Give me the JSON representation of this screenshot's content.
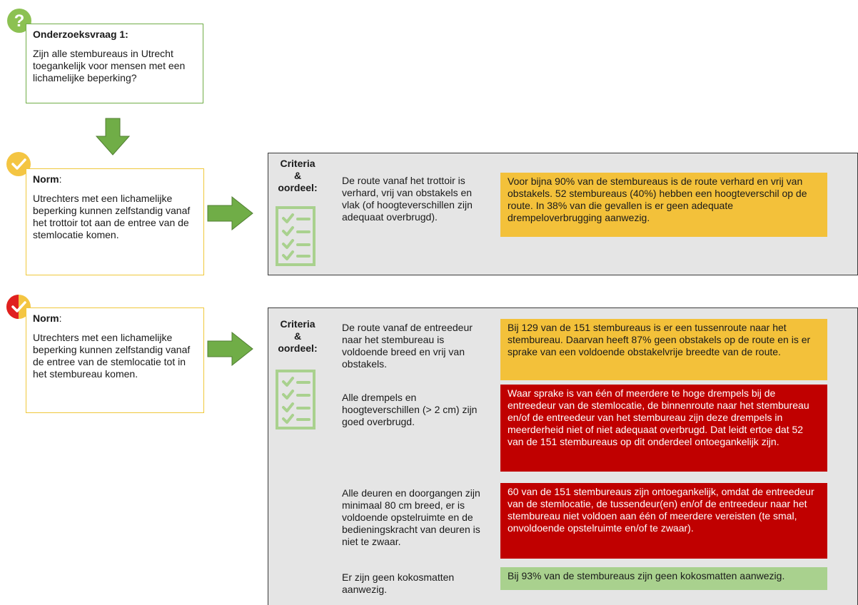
{
  "question": {
    "title": "Onderzoeksvraag 1:",
    "text": "Zijn alle stembureaus in Utrecht toegankelijk voor mensen met een lichamelijke beperking?"
  },
  "norm1": {
    "label": "Norm",
    "colon": ":",
    "text": "Utrechters met een lichamelijke beperking kunnen zelfstandig vanaf het trottoir tot aan de entree van de stemlocatie komen."
  },
  "norm2": {
    "label": "Norm",
    "colon": ":",
    "text": "Utrechters met een lichamelijke beperking kunnen zelfstandig vanaf de entree van de stemlocatie tot in het stembureau komen."
  },
  "criteria_label": {
    "line1": "Criteria",
    "line2": "&",
    "line3": "oordeel:"
  },
  "panel1": {
    "rows": [
      {
        "criterion": "De route vanaf het trottoir is verhard, vrij van obstakels en vlak (of hoogteverschillen zijn adequaat overbrugd).",
        "judgement": "Voor bijna 90% van de stembureaus is de route verhard en vrij van obstakels. 52 stembureaus (40%) hebben een hoogteverschil op de route. In 38% van die gevallen is er geen adequate drempeloverbrugging aanwezig.",
        "status": "yellow"
      }
    ]
  },
  "panel2": {
    "rows": [
      {
        "criterion": "De route vanaf de entreedeur naar het stembureau is voldoende breed en vrij van obstakels.",
        "judgement": "Bij 129 van de 151 stembureaus is er een tussenroute naar het stembureau. Daarvan heeft 87% geen obstakels op de route en is er sprake van een voldoende obstakelvrije breedte van de route.",
        "status": "yellow"
      },
      {
        "criterion": "Alle drempels en hoogteverschillen (> 2 cm) zijn goed overbrugd.",
        "judgement": "Waar sprake is van één of meerdere te hoge drempels bij de entreedeur van de stemlocatie, de binnenroute naar het stembureau en/of de entreedeur van het stembureau zijn deze drempels in meerderheid niet of niet adequaat overbrugd. Dat leidt ertoe dat 52 van de 151 stembureaus op dit onderdeel ontoegankelijk zijn.",
        "status": "red"
      },
      {
        "criterion": "Alle deuren en doorgangen zijn minimaal 80 cm breed, er is voldoende opstelruimte en de bedieningskracht van deuren is niet te zwaar.",
        "judgement": "60 van de 151 stembureaus zijn ontoegankelijk, omdat de entreedeur van de stemlocatie, de tussendeur(en) en/of de entreedeur naar het stembureau niet voldoen aan één of meerdere vereisten (te smal, onvoldoende opstelruimte en/of te zwaar).",
        "status": "red"
      },
      {
        "criterion": "Er zijn geen kokosmatten aanwezig.",
        "judgement": "Bij 93% van de stembureaus zijn geen kokosmatten aanwezig.",
        "status": "green"
      }
    ]
  },
  "icons": {
    "question": "question-mark-icon",
    "norm1": "check-circle-icon",
    "norm2": "check-circle-half-red-icon",
    "arrow_down": "arrow-down-icon",
    "arrow_right": "arrow-right-icon",
    "checklist": "checklist-icon"
  },
  "colors": {
    "green": "#70ad47",
    "light_green": "#a9d18e",
    "yellow": "#f3c13a",
    "red": "#c00000",
    "panel_bg": "#e5e5e5"
  }
}
